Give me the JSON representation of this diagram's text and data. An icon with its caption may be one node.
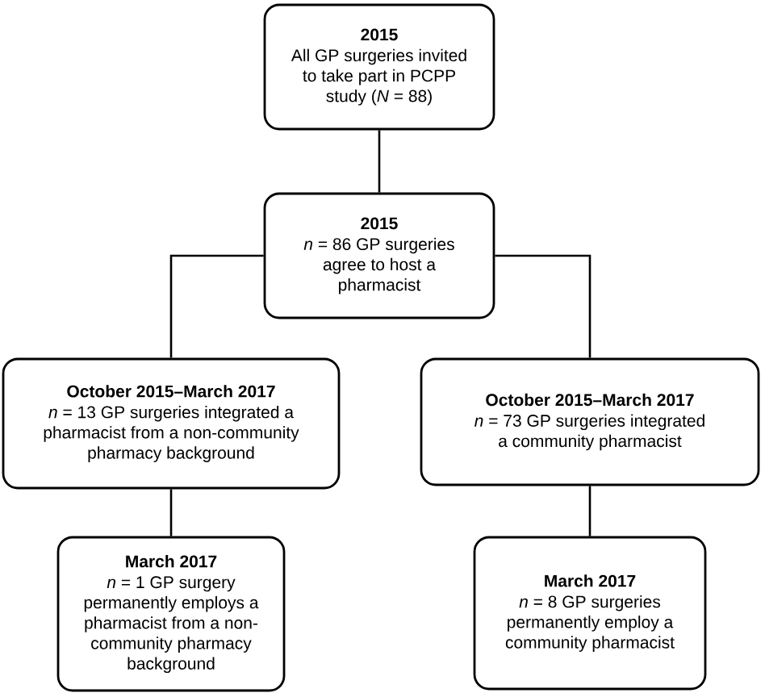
{
  "diagram": {
    "nodes": [
      {
        "text": [
          "2015",
          "All GP surgeries invited to take part in PCPP study (*N* = 88)"
        ]
      },
      {
        "text": [
          "2015",
          "*n* = 86 GP surgeries agree to host a pharmacist"
        ]
      },
      {
        "text": [
          "October 2015–March 2017",
          "*n* = 13 GP surgeries integrated a pharmacist from a non-community pharmacy background"
        ]
      },
      {
        "text": [
          "October 2015–March 2017",
          "*n* = 73 GP surgeries integrated a community pharmacist"
        ]
      },
      {
        "text": [
          "March 2017",
          "*n* = 1 GP surgery permanently employs a pharmacist from a non-community pharmacy background"
        ]
      },
      {
        "text": [
          "March 2017",
          "*n* = 8 GP surgeries permanently employ a community pharmacist"
        ]
      }
    ],
    "edges": [
      {
        "from": 0,
        "to": 1,
        "arrow": "none"
      },
      {
        "from": 1,
        "to": 2,
        "arrow": "none"
      },
      {
        "from": 1,
        "to": 3,
        "arrow": "none"
      },
      {
        "from": 2,
        "to": 4,
        "arrow": "none"
      },
      {
        "from": 3,
        "to": 5,
        "arrow": "none"
      }
    ]
  }
}
